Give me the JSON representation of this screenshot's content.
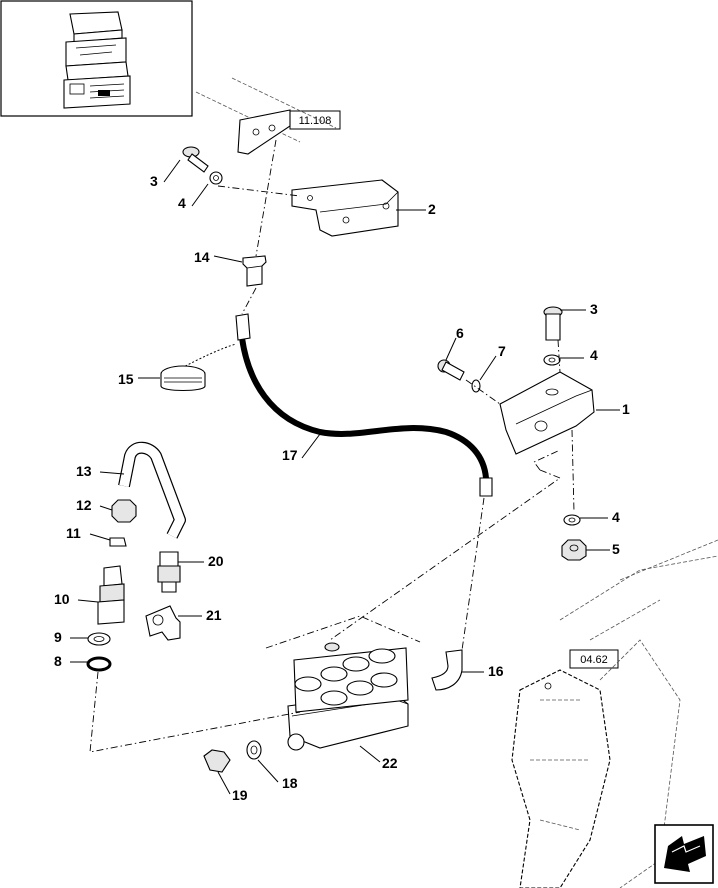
{
  "references": {
    "ref_top": "11.108",
    "ref_right": "04.62"
  },
  "callouts": [
    {
      "key": "c3a",
      "label": "3"
    },
    {
      "key": "c4a",
      "label": "4"
    },
    {
      "key": "c2",
      "label": "2"
    },
    {
      "key": "c14",
      "label": "14"
    },
    {
      "key": "c15",
      "label": "15"
    },
    {
      "key": "c17",
      "label": "17"
    },
    {
      "key": "c6",
      "label": "6"
    },
    {
      "key": "c7",
      "label": "7"
    },
    {
      "key": "c3b",
      "label": "3"
    },
    {
      "key": "c4b",
      "label": "4"
    },
    {
      "key": "c1",
      "label": "1"
    },
    {
      "key": "c4c",
      "label": "4"
    },
    {
      "key": "c5",
      "label": "5"
    },
    {
      "key": "c13",
      "label": "13"
    },
    {
      "key": "c12",
      "label": "12"
    },
    {
      "key": "c11",
      "label": "11"
    },
    {
      "key": "c20",
      "label": "20"
    },
    {
      "key": "c10",
      "label": "10"
    },
    {
      "key": "c21",
      "label": "21"
    },
    {
      "key": "c9",
      "label": "9"
    },
    {
      "key": "c8",
      "label": "8"
    },
    {
      "key": "c16",
      "label": "16"
    },
    {
      "key": "c22",
      "label": "22"
    },
    {
      "key": "c19",
      "label": "19"
    },
    {
      "key": "c18",
      "label": "18"
    }
  ],
  "icons": {
    "thumbnail": "engine-assembly-thumbnail",
    "nav": "previous-page-arrow-icon"
  }
}
